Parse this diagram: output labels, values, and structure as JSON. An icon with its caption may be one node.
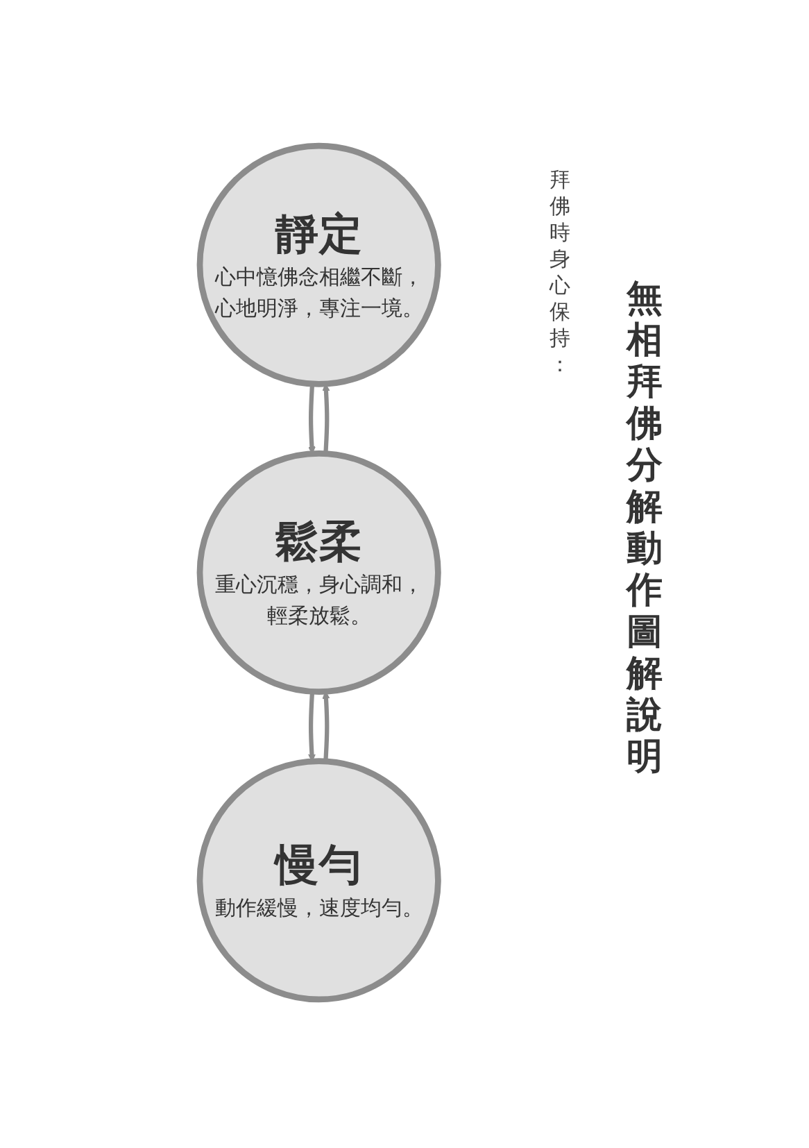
{
  "diagram": {
    "title": "無相拜佛分解動作圖解說明",
    "nodes": [
      {
        "text": [
          "靜定",
          "心中憶佛念相繼不斷，心地明淨，專注一境。"
        ]
      },
      {
        "text": [
          "鬆柔",
          "重心沉穩，身心調和，輕柔放鬆。"
        ]
      },
      {
        "text": [
          "慢勻",
          "動作緩慢，速度均勻。"
        ]
      }
    ],
    "edges": [
      {
        "from": 0,
        "to": 1,
        "arrow": "to"
      },
      {
        "from": 1,
        "to": 0,
        "arrow": "to"
      },
      {
        "from": 1,
        "to": 2,
        "arrow": "to"
      },
      {
        "from": 2,
        "to": 1,
        "arrow": "to"
      }
    ],
    "labels": [
      "拜佛時身心保持："
    ]
  }
}
